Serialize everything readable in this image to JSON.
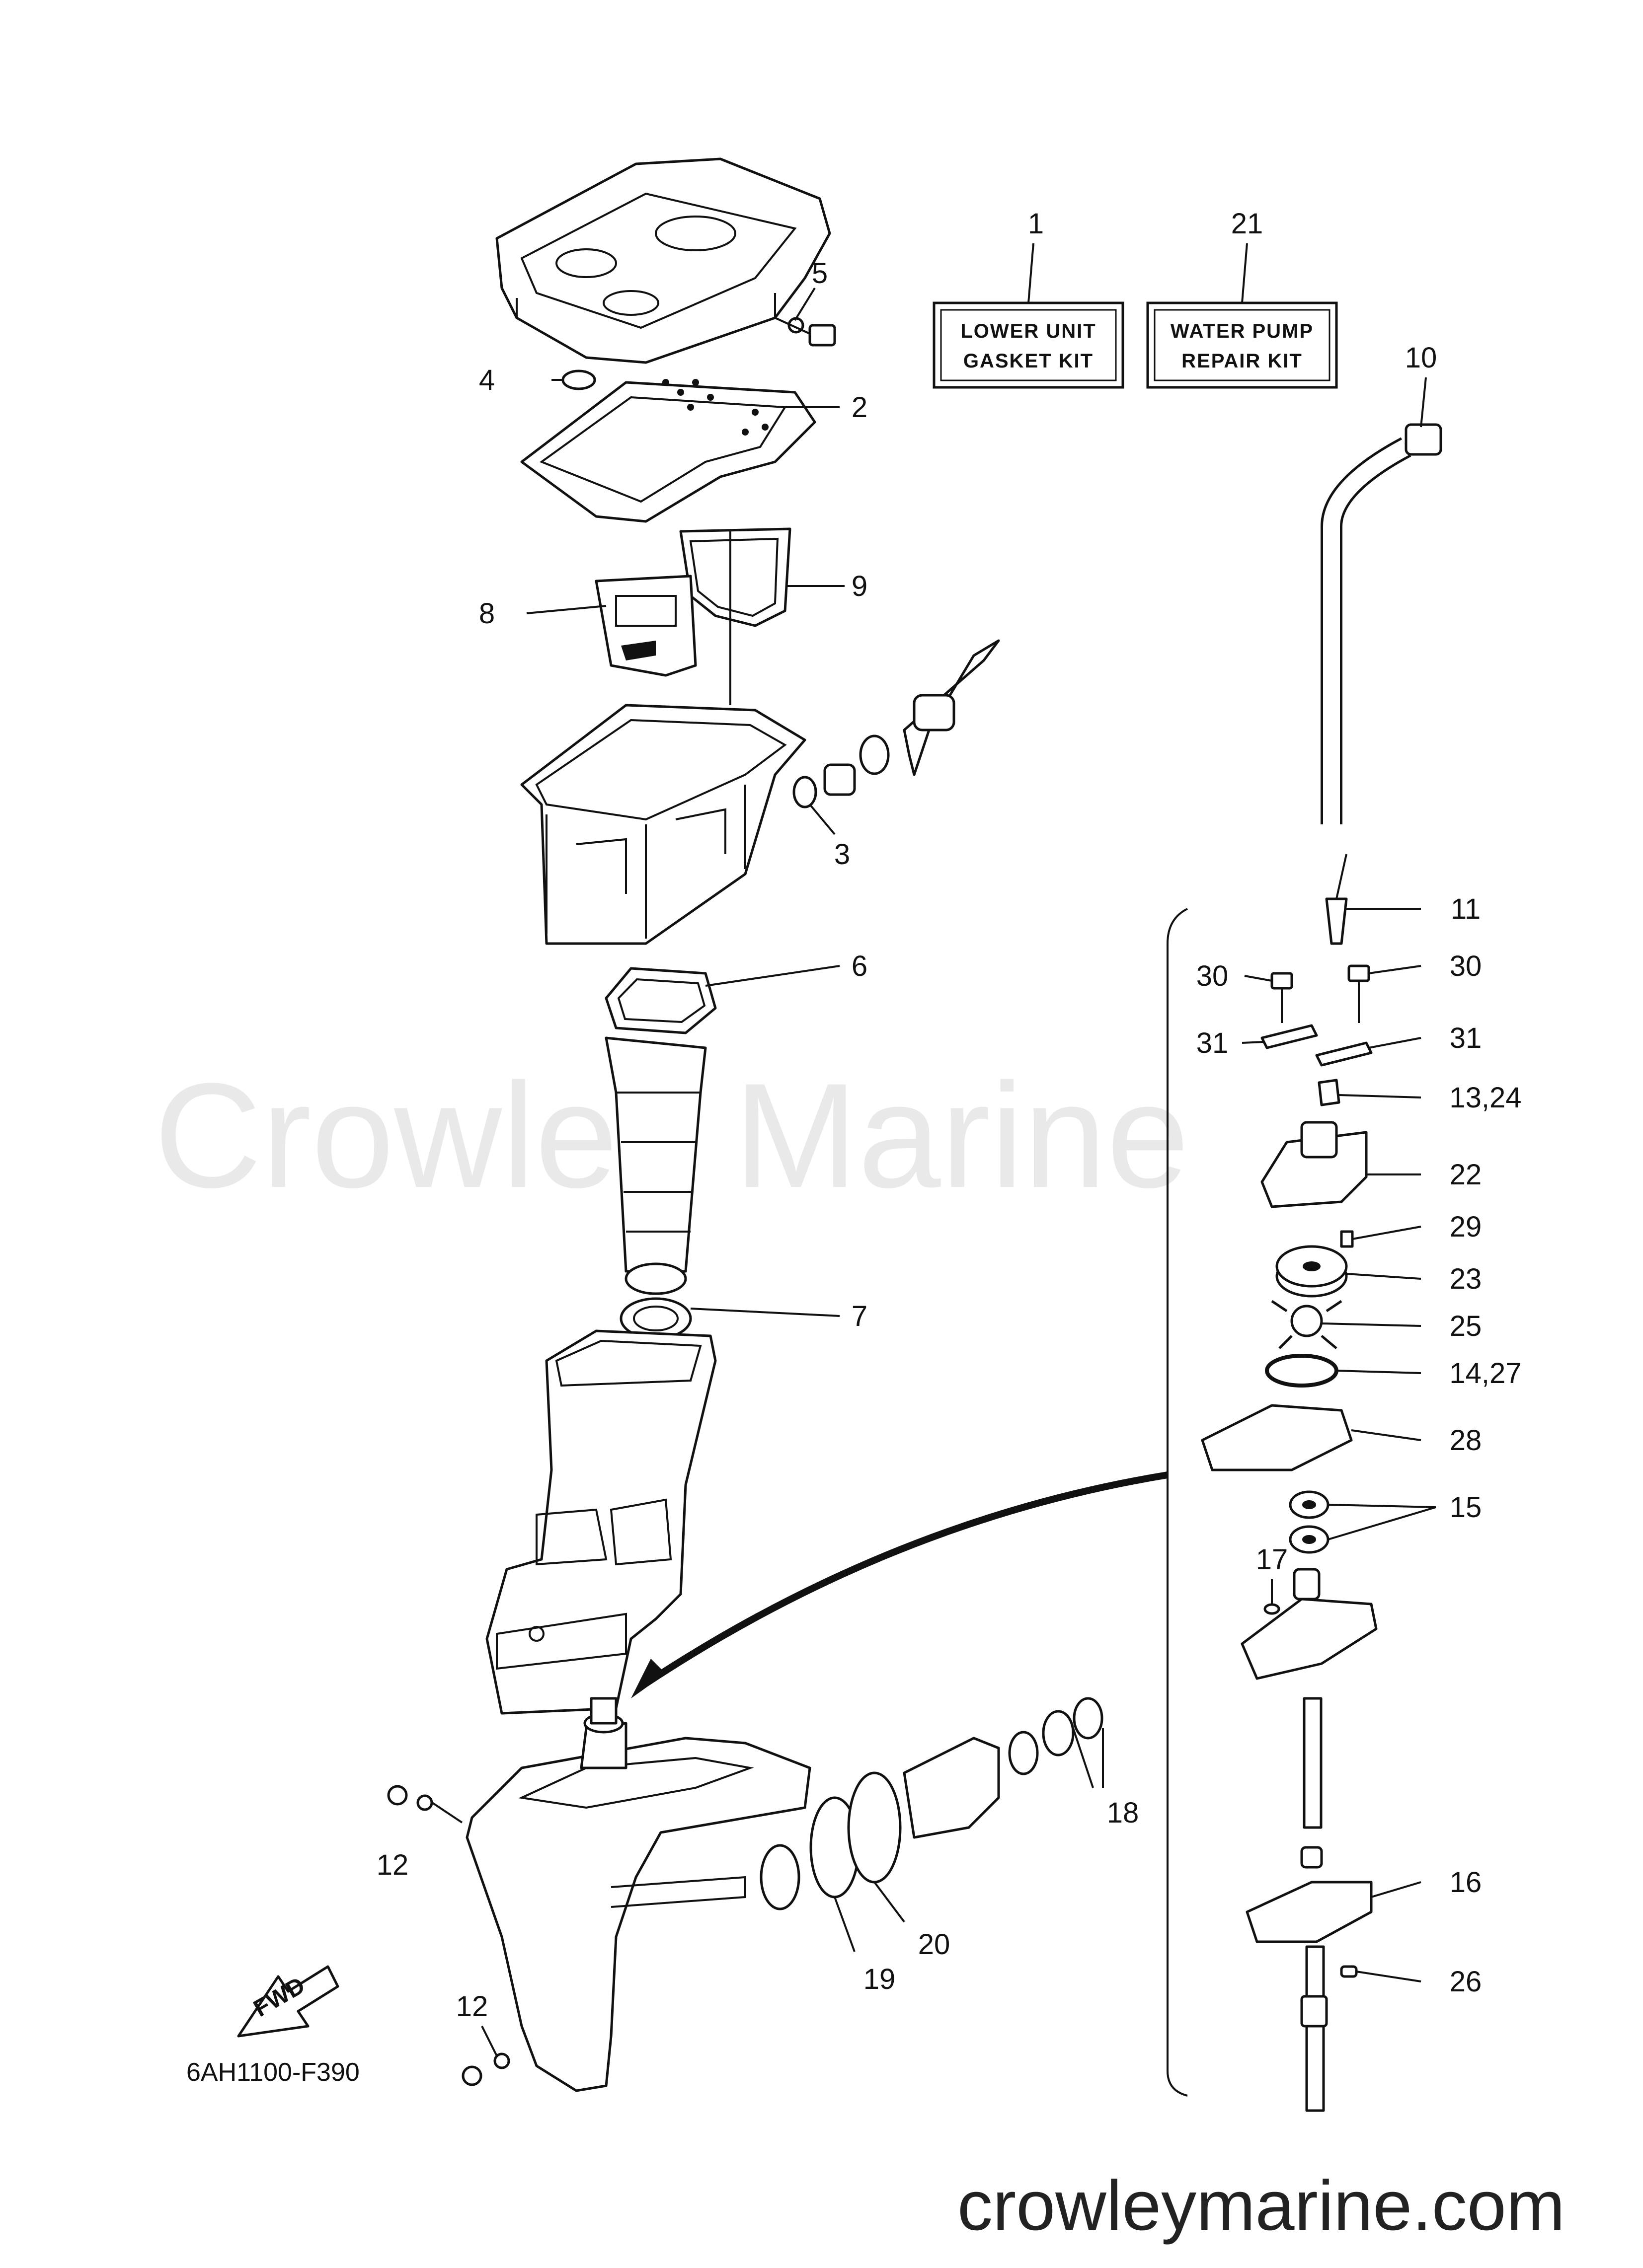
{
  "diagram": {
    "watermark": "Crowley Marine",
    "site_url": "crowleymarine.com",
    "drawing_code": "6AH1100-F390",
    "fwd_label": "FWD",
    "kits": [
      {
        "number": "1",
        "line1": "LOWER UNIT",
        "line2": "GASKET KIT"
      },
      {
        "number": "21",
        "line1": "WATER PUMP",
        "line2": "REPAIR KIT"
      }
    ],
    "callouts": [
      {
        "id": "c5",
        "text": "5"
      },
      {
        "id": "c4",
        "text": "4"
      },
      {
        "id": "c2",
        "text": "2"
      },
      {
        "id": "c10",
        "text": "10"
      },
      {
        "id": "c9",
        "text": "9"
      },
      {
        "id": "c8",
        "text": "8"
      },
      {
        "id": "c3",
        "text": "3"
      },
      {
        "id": "c11",
        "text": "11"
      },
      {
        "id": "c6",
        "text": "6"
      },
      {
        "id": "c30a",
        "text": "30"
      },
      {
        "id": "c30b",
        "text": "30"
      },
      {
        "id": "c31a",
        "text": "31"
      },
      {
        "id": "c31b",
        "text": "31"
      },
      {
        "id": "c1324",
        "text": "13,24"
      },
      {
        "id": "c22",
        "text": "22"
      },
      {
        "id": "c29",
        "text": "29"
      },
      {
        "id": "c23",
        "text": "23"
      },
      {
        "id": "c7",
        "text": "7"
      },
      {
        "id": "c25",
        "text": "25"
      },
      {
        "id": "c1427",
        "text": "14,27"
      },
      {
        "id": "c28",
        "text": "28"
      },
      {
        "id": "c15",
        "text": "15"
      },
      {
        "id": "c17",
        "text": "17"
      },
      {
        "id": "c18",
        "text": "18"
      },
      {
        "id": "c12a",
        "text": "12"
      },
      {
        "id": "c16",
        "text": "16"
      },
      {
        "id": "c20",
        "text": "20"
      },
      {
        "id": "c19",
        "text": "19"
      },
      {
        "id": "c26",
        "text": "26"
      },
      {
        "id": "c12b",
        "text": "12"
      }
    ]
  }
}
